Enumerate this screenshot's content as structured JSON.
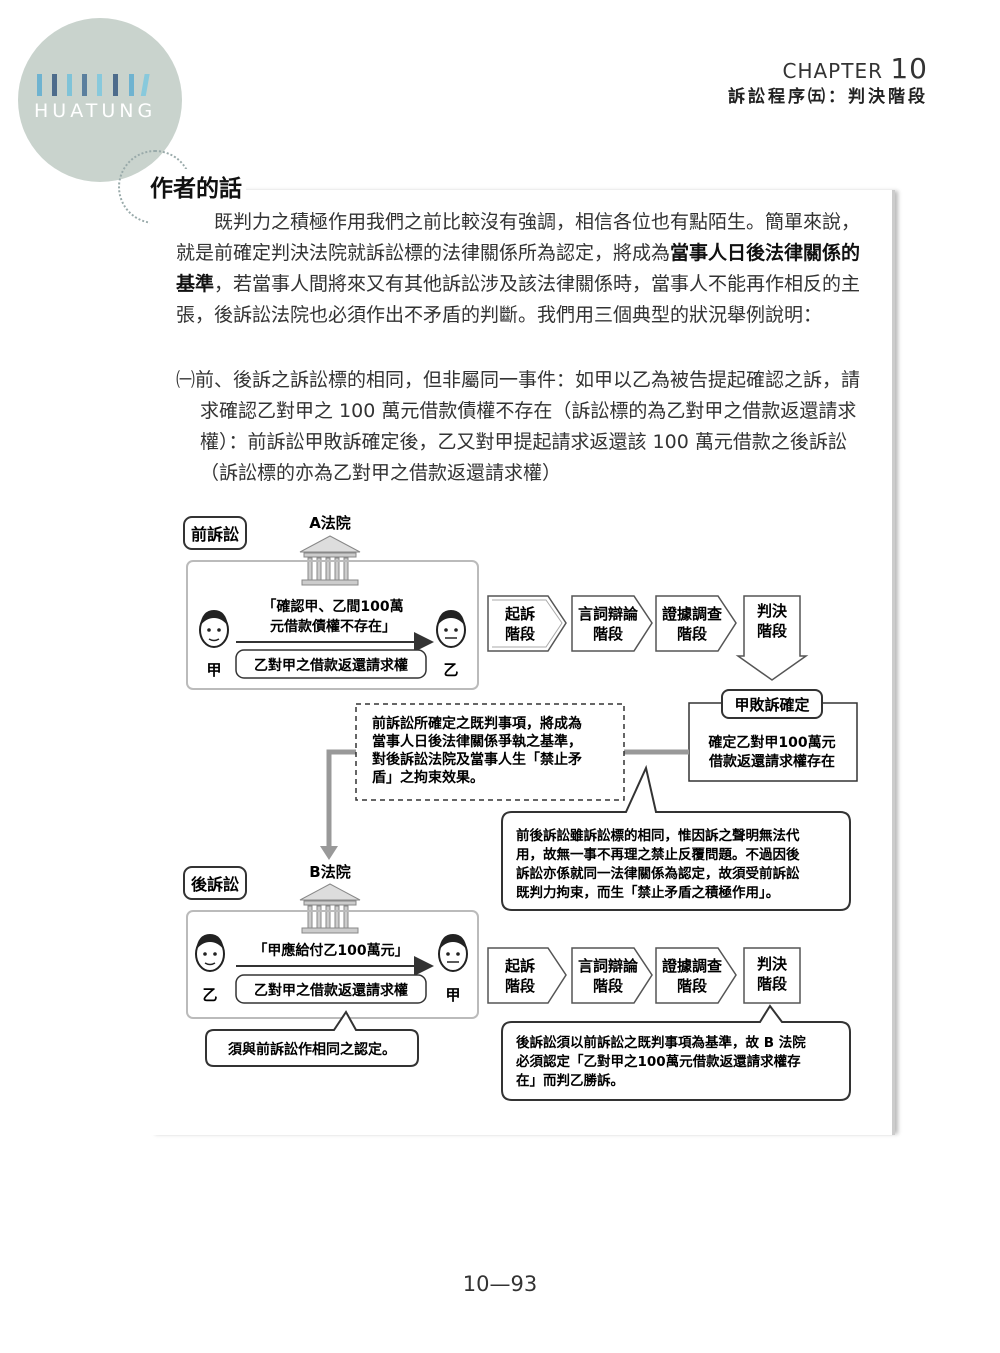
{
  "logo": {
    "text": "HUATUNG"
  },
  "header": {
    "chapter_label": "CHAPTER",
    "chapter_num": "10",
    "title": "訴訟程序㈤：判決階段"
  },
  "note": {
    "title": "作者的話",
    "p1_a": "既判力之積極作用我們之前比較沒有強調，相信各位也有點陌生。簡單來說，就是前確定判決法院就訴訟標的法律關係所為認定，將成為",
    "p1_bold": "當事人日後法律關係的基準",
    "p1_b": "，若當事人間將來又有其他訴訟涉及該法律關係時，當事人不能再作相反的主張，後訴訟法院也必須作出不矛盾的判斷。我們用三個典型的狀況舉例說明：",
    "p2": "㈠前、後訴之訴訟標的相同，但非屬同一事件：如甲以乙為被告提起確認之訴，請求確認乙對甲之 100 萬元借款債權不存在（訴訟標的為乙對甲之借款返還請求權）：前訴訟甲敗訴確定後，乙又對甲提起請求返還該 100 萬元借款之後訴訟（訴訟標的亦為乙對甲之借款返還請求權）"
  },
  "diagram": {
    "front": {
      "label": "前訴訟",
      "court": "A法院",
      "claim_line1": "「確認甲、乙間100萬",
      "claim_line2": "元借款債權不存在」",
      "subject": "乙對甲之借款返還請求權",
      "left_party": "甲",
      "right_party": "乙"
    },
    "back": {
      "label": "後訴訟",
      "court": "B法院",
      "claim": "「甲應給付乙100萬元」",
      "subject": "乙對甲之借款返還請求權",
      "left_party": "乙",
      "right_party": "甲"
    },
    "stages": [
      {
        "l1": "起訴",
        "l2": "階段"
      },
      {
        "l1": "言詞辯論",
        "l2": "階段"
      },
      {
        "l1": "證據調查",
        "l2": "階段"
      },
      {
        "l1": "判決",
        "l2": "階段"
      }
    ],
    "dashed_note": [
      "前訴訟所確定之既判事項，將成為",
      "當事人日後法律關係爭執之基準，",
      "對後訴訟法院及當事人生「禁止矛",
      "盾」之拘束效果。"
    ],
    "result_tag": "甲敗訴確定",
    "result_line1": "確定乙對甲100萬元",
    "result_line2": "借款返還請求權存在",
    "callout1": [
      "前後訴訟雖訴訟標的相同，惟因訴之聲明無法代",
      "用，故無一事不再理之禁止反覆問題。不過因後",
      "訴訟亦係就同一法律關係為認定，故須受前訴訟",
      "既判力拘束，而生「禁止矛盾之積極作用」。"
    ],
    "callout2": "須與前訴訟作相同之認定。",
    "callout3": [
      "後訴訟須以前訴訟之既判事項為基準，故 B 法院",
      "必須認定「乙對甲之100萬元借款返還請求權存",
      "在」而判乙勝訴。"
    ]
  },
  "page_number": "10—93"
}
